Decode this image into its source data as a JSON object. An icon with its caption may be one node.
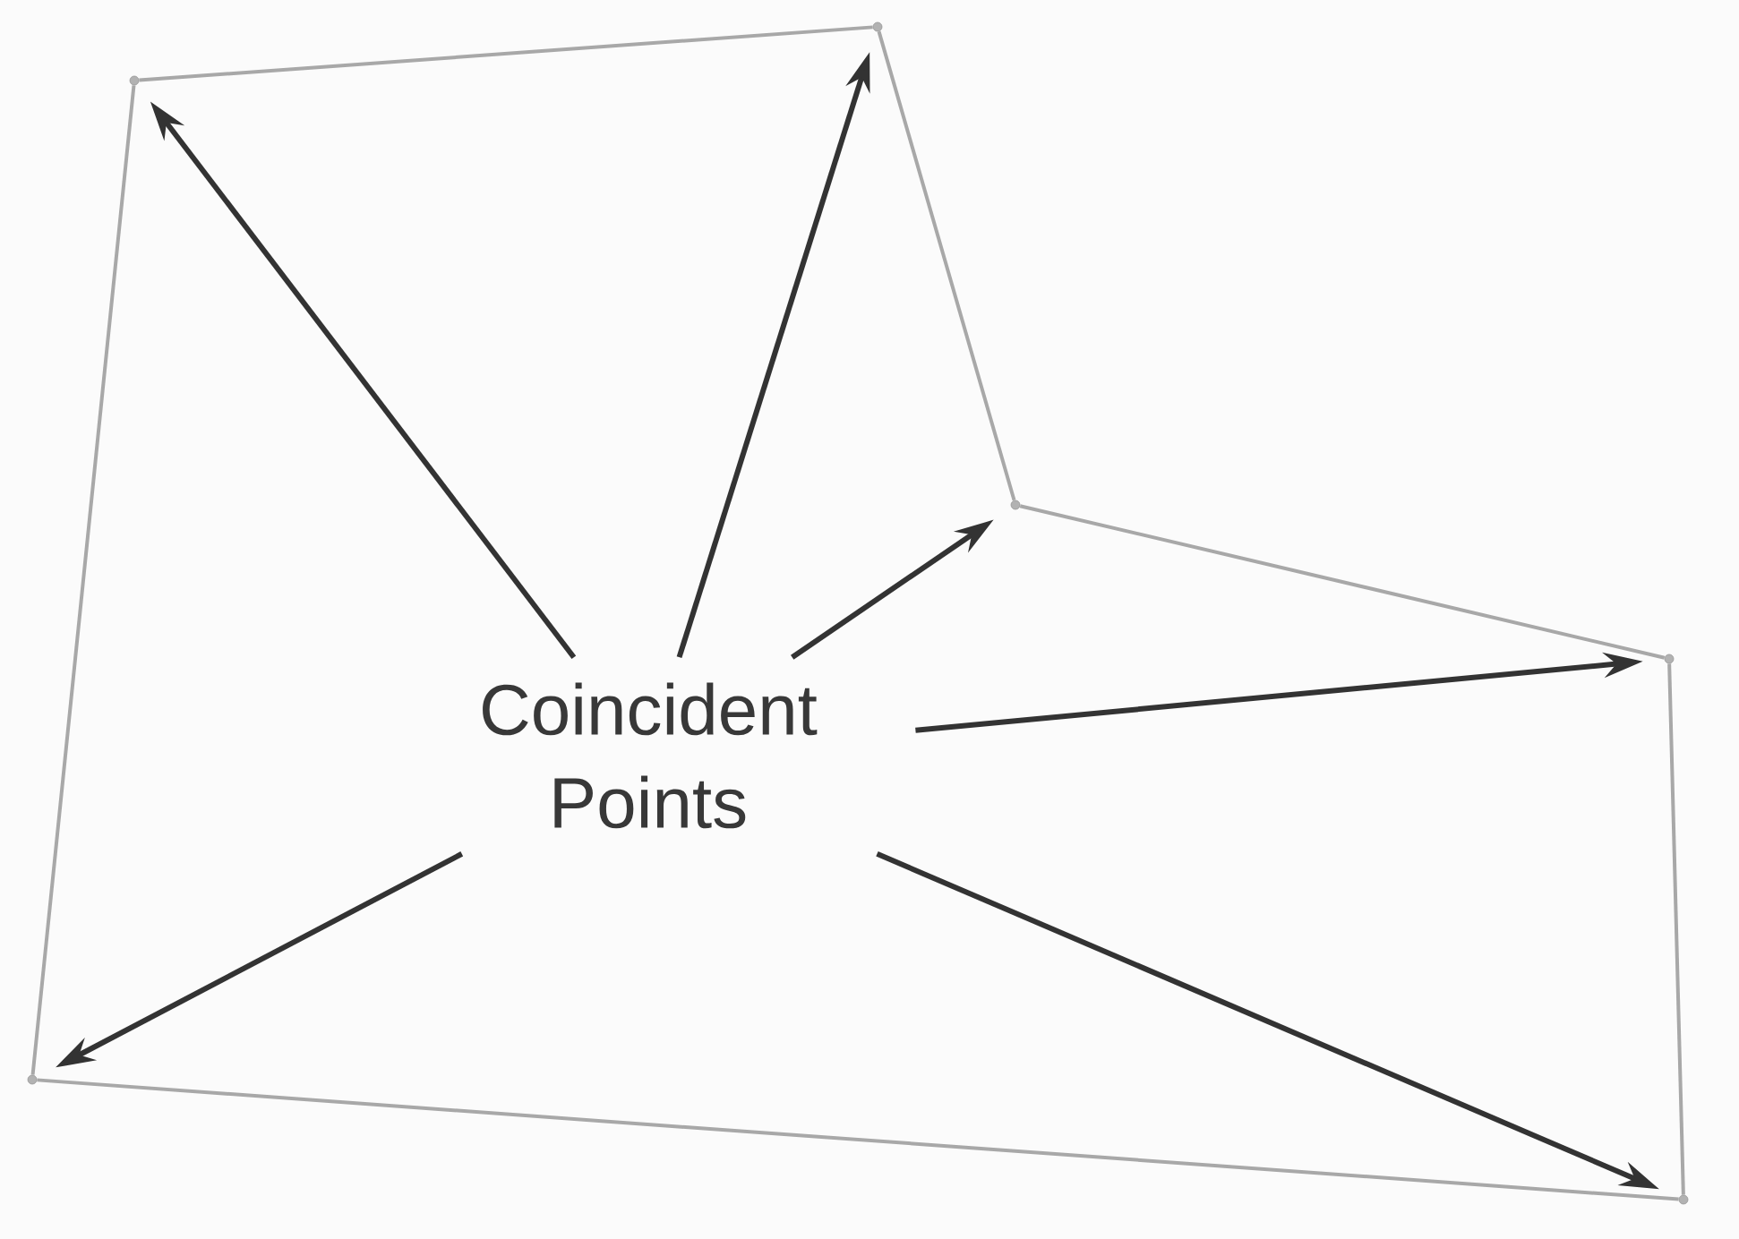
{
  "diagram": {
    "nodes": [
      {
        "text": [
          "Coincident Points"
        ]
      },
      {
        "text": [],
        "shape": "circle"
      },
      {
        "text": [],
        "shape": "circle"
      },
      {
        "text": [],
        "shape": "circle"
      },
      {
        "text": [],
        "shape": "circle"
      },
      {
        "text": [],
        "shape": "circle"
      },
      {
        "text": [],
        "shape": "circle"
      }
    ],
    "edges": [
      {
        "from": 1,
        "to": 2,
        "arrow": "none",
        "color": "#a8a8a8"
      },
      {
        "from": 2,
        "to": 3,
        "arrow": "none",
        "color": "#a8a8a8"
      },
      {
        "from": 3,
        "to": 4,
        "arrow": "none",
        "color": "#a8a8a8"
      },
      {
        "from": 4,
        "to": 5,
        "arrow": "none",
        "color": "#a8a8a8"
      },
      {
        "from": 5,
        "to": 6,
        "arrow": "none",
        "color": "#a8a8a8"
      },
      {
        "from": 6,
        "to": 1,
        "arrow": "none",
        "color": "#a8a8a8"
      },
      {
        "from": 0,
        "to": 1,
        "arrow": "to",
        "color": "#333333"
      },
      {
        "from": 0,
        "to": 2,
        "arrow": "to",
        "color": "#333333"
      },
      {
        "from": 0,
        "to": 3,
        "arrow": "to",
        "color": "#333333"
      },
      {
        "from": 0,
        "to": 4,
        "arrow": "to",
        "color": "#333333"
      },
      {
        "from": 0,
        "to": 5,
        "arrow": "to",
        "color": "#333333"
      },
      {
        "from": 0,
        "to": 6,
        "arrow": "to",
        "color": "#333333"
      }
    ]
  }
}
